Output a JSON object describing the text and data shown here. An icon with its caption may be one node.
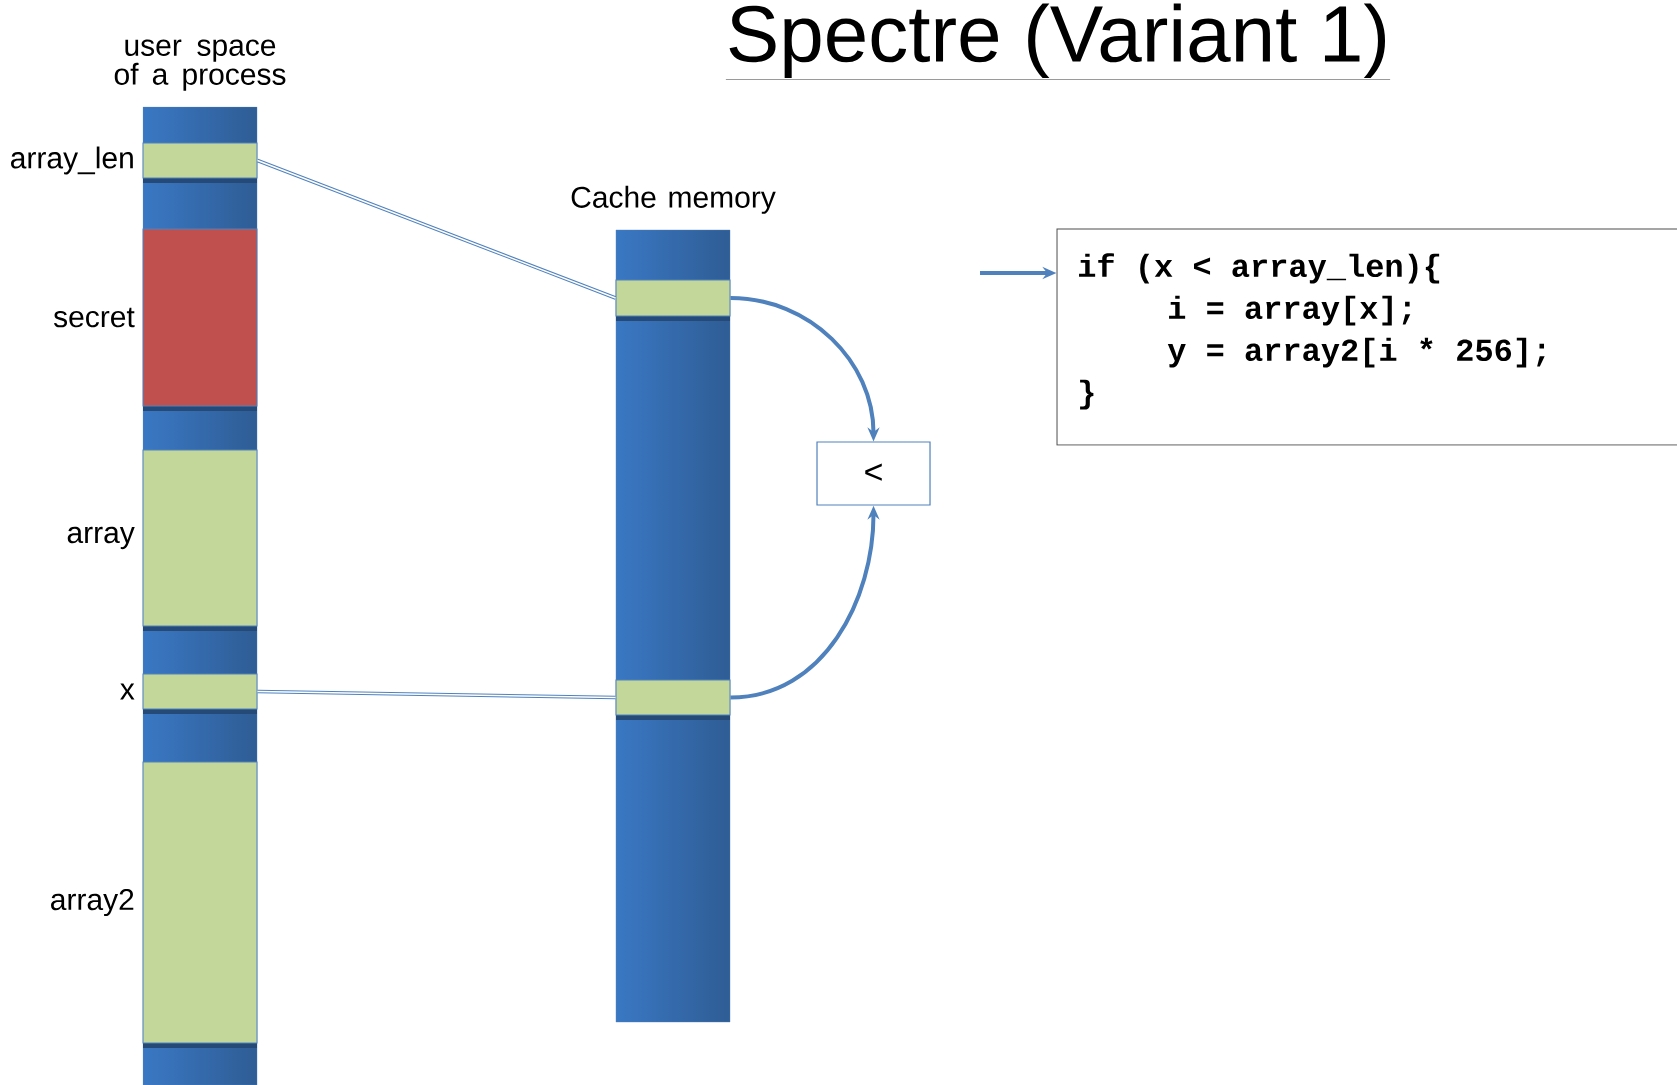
{
  "diagram": {
    "title": "Spectre (Variant 1)",
    "nodes": [
      {
        "text": [
          "user space of a process"
        ]
      },
      {
        "text": [],
        "shape": "bar",
        "in": 0,
        "beside": [
          "array_len"
        ]
      },
      {
        "text": [],
        "shape": "bar",
        "in": 0,
        "beside": [
          "secret"
        ]
      },
      {
        "text": [],
        "shape": "bar",
        "in": 0,
        "beside": [
          "array"
        ]
      },
      {
        "text": [],
        "shape": "bar",
        "in": 0,
        "beside": [
          "x"
        ]
      },
      {
        "text": [],
        "shape": "bar",
        "in": 0,
        "beside": [
          "array2"
        ]
      },
      {
        "text": [
          "Cache memory"
        ]
      },
      {
        "text": [],
        "shape": "bar",
        "in": 6
      },
      {
        "text": [],
        "shape": "bar",
        "in": 6
      },
      {
        "text": [
          "<"
        ]
      },
      {
        "text": [
          "if (x < array_len){",
          "i = array[x];",
          "y = array2[i * 256];",
          "}"
        ]
      }
    ],
    "edges": [
      {
        "from": 1,
        "to": 7,
        "arrow": "none"
      },
      {
        "from": 4,
        "to": 8,
        "arrow": "none"
      },
      {
        "from": 7,
        "to": 9,
        "arrow": "to"
      },
      {
        "from": 8,
        "to": 9,
        "arrow": "to"
      },
      {
        "from": null,
        "to": 10,
        "arrow": "to"
      }
    ]
  }
}
